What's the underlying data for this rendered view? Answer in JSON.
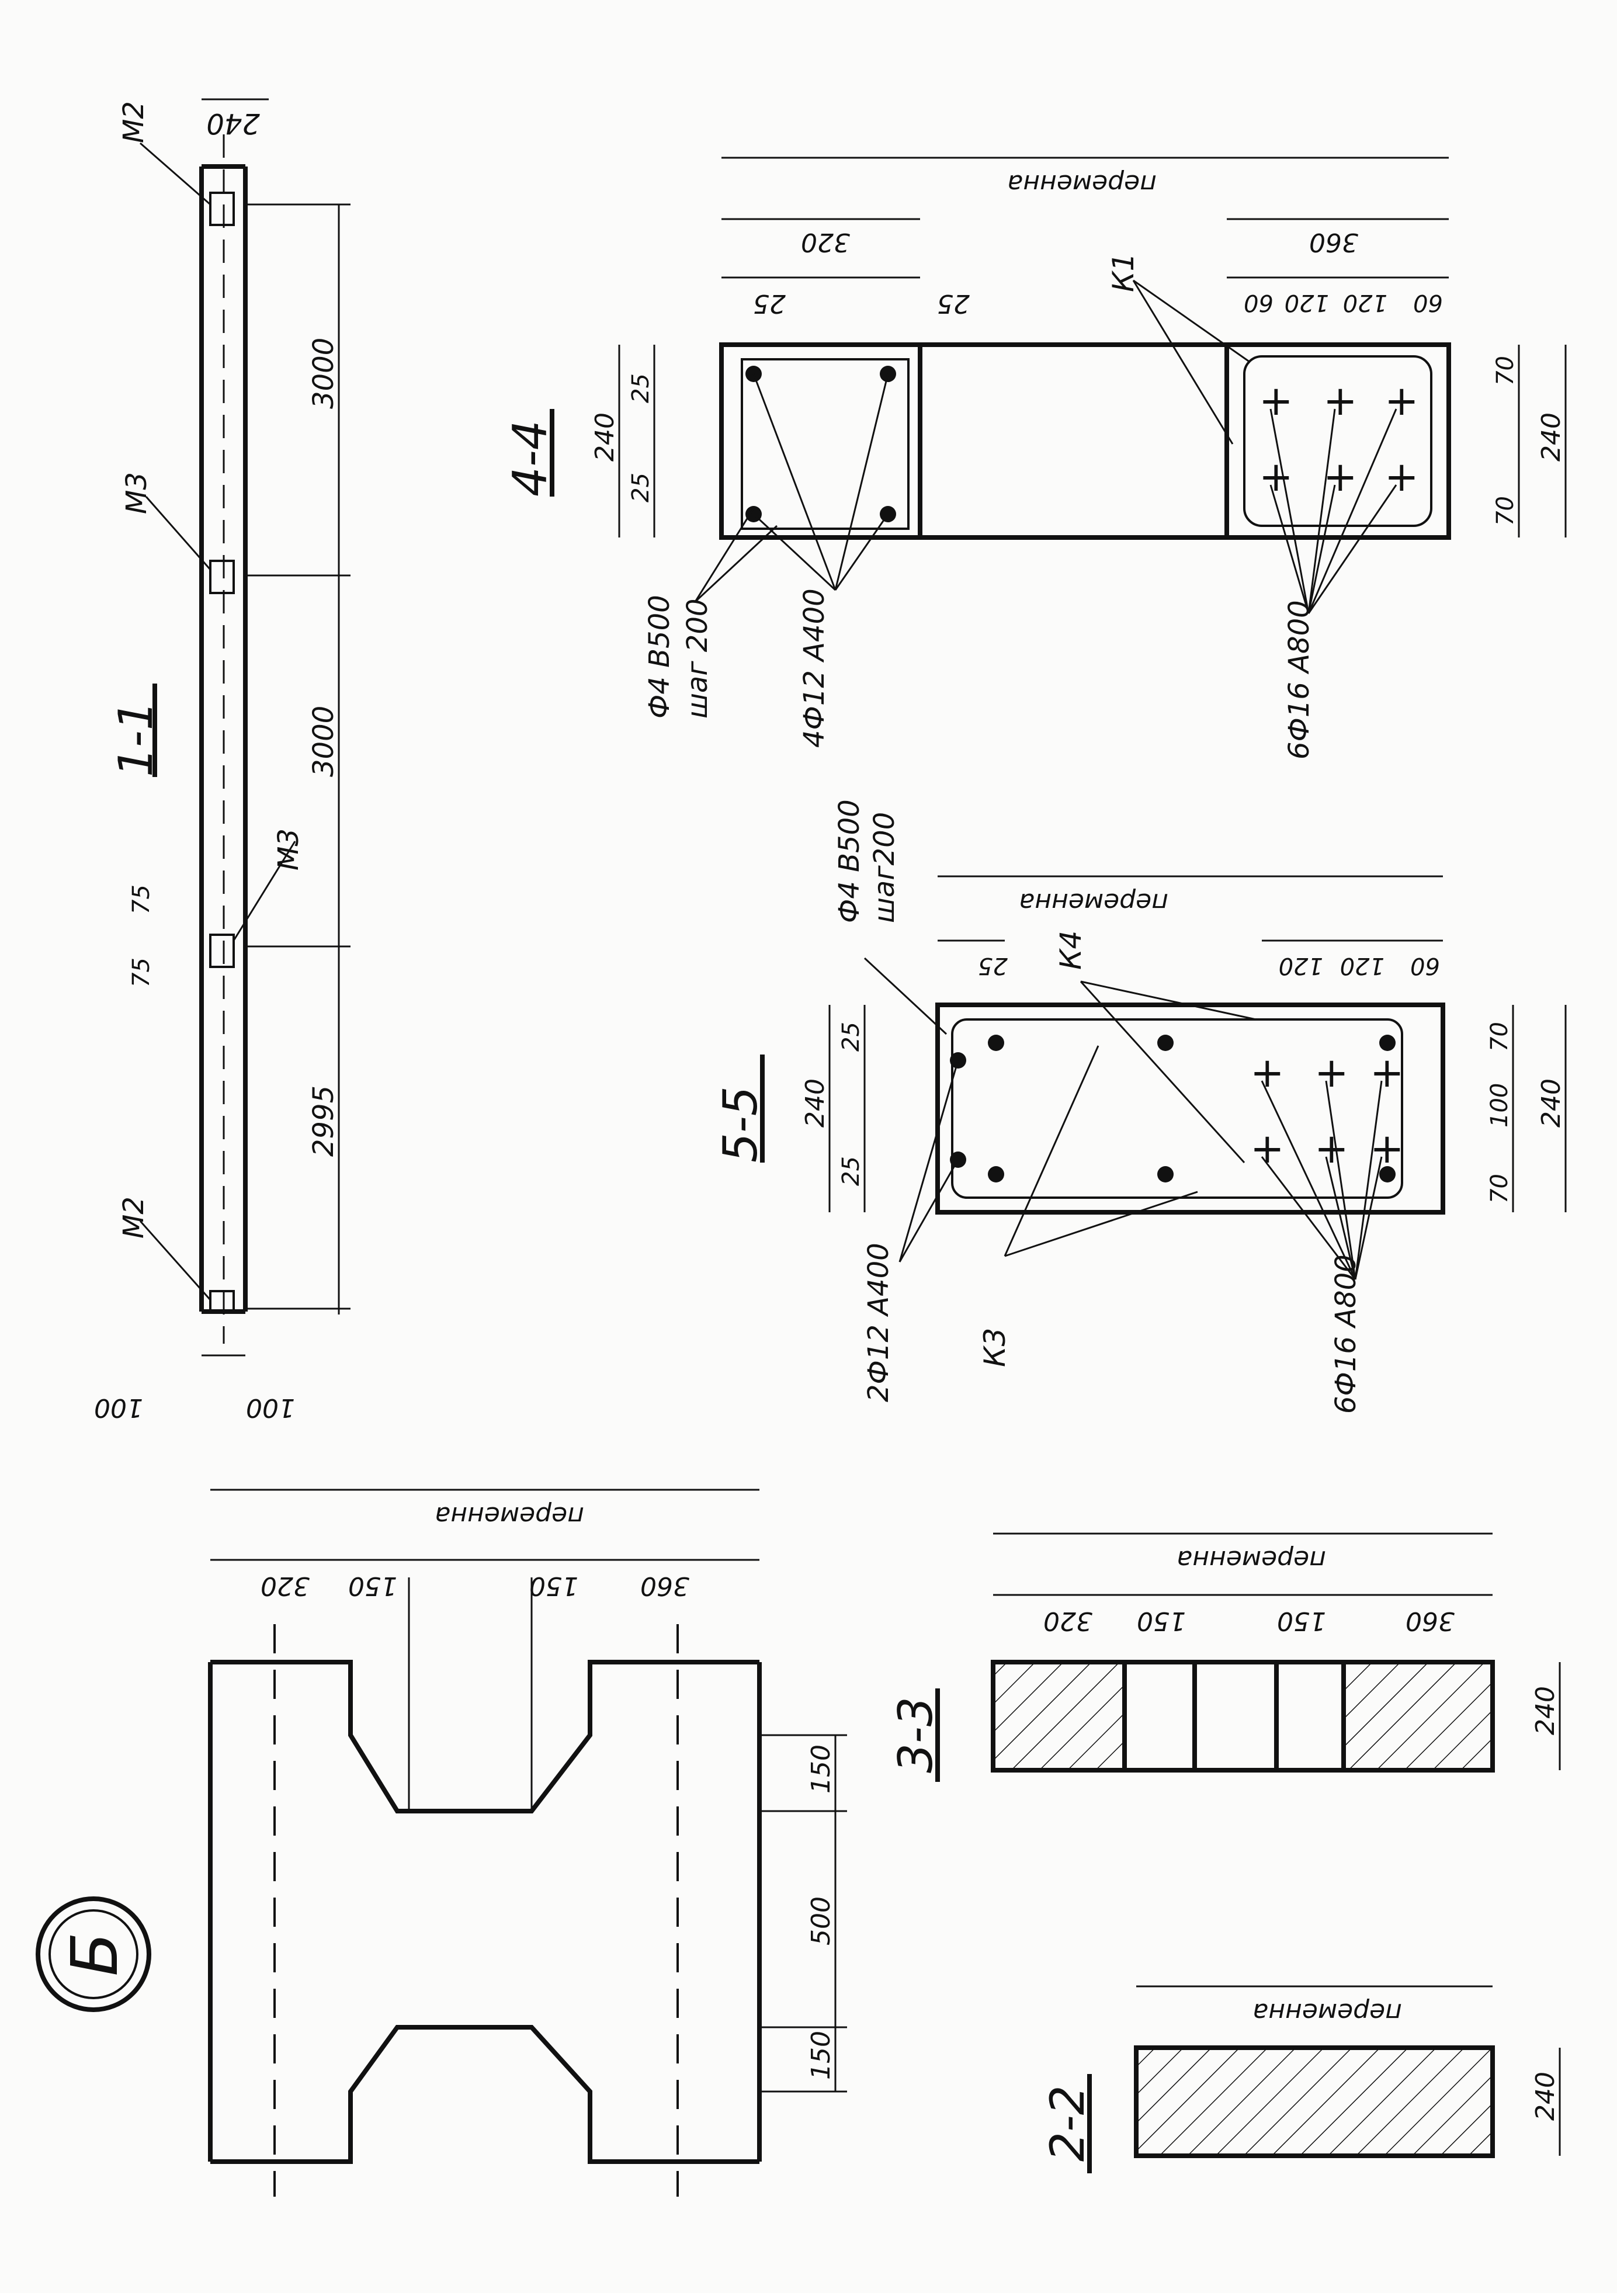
{
  "sheet_mark": "Б",
  "section_1_1": {
    "title": "1-1",
    "dims": [
      "240",
      "3000",
      "3000",
      "2995",
      "100",
      "100",
      "75",
      "75"
    ],
    "marks": [
      "М2",
      "М3",
      "М3",
      "М2"
    ]
  },
  "section_4_4": {
    "title": "4-4",
    "overall": "переменна",
    "dims_left": [
      "320",
      "25",
      "25"
    ],
    "dims_right": [
      "360",
      "60",
      "120",
      "120",
      "60"
    ],
    "dims_height_left": [
      "240",
      "25",
      "25"
    ],
    "dims_height_right": [
      "70",
      "70",
      "240"
    ],
    "callouts": [
      "К1",
      "Ф4 В500",
      "шаг 200",
      "4Ф12 А400",
      "6Ф16 А800"
    ]
  },
  "section_5_5": {
    "title": "5-5",
    "overall": "переменна",
    "dims_top": [
      "25",
      "120",
      "120",
      "60"
    ],
    "dims_height_left": [
      "240",
      "25",
      "25"
    ],
    "dims_height_right": [
      "70",
      "100",
      "70",
      "240"
    ],
    "callouts": [
      "Ф4 В500",
      "шаг200",
      "К4",
      "К3",
      "2Ф12 А400",
      "6Ф16 А800"
    ]
  },
  "detail_b": {
    "overall": "переменна",
    "dims_top": [
      "320",
      "150",
      "150",
      "360"
    ],
    "dims_side": [
      "150",
      "500",
      "150"
    ]
  },
  "section_3_3": {
    "title": "3-3",
    "overall": "переменна",
    "dims_top": [
      "320",
      "150",
      "150",
      "360"
    ],
    "dims_side": [
      "240"
    ]
  },
  "section_2_2": {
    "title": "2-2",
    "overall": "переменна",
    "dims_side": [
      "240"
    ]
  }
}
